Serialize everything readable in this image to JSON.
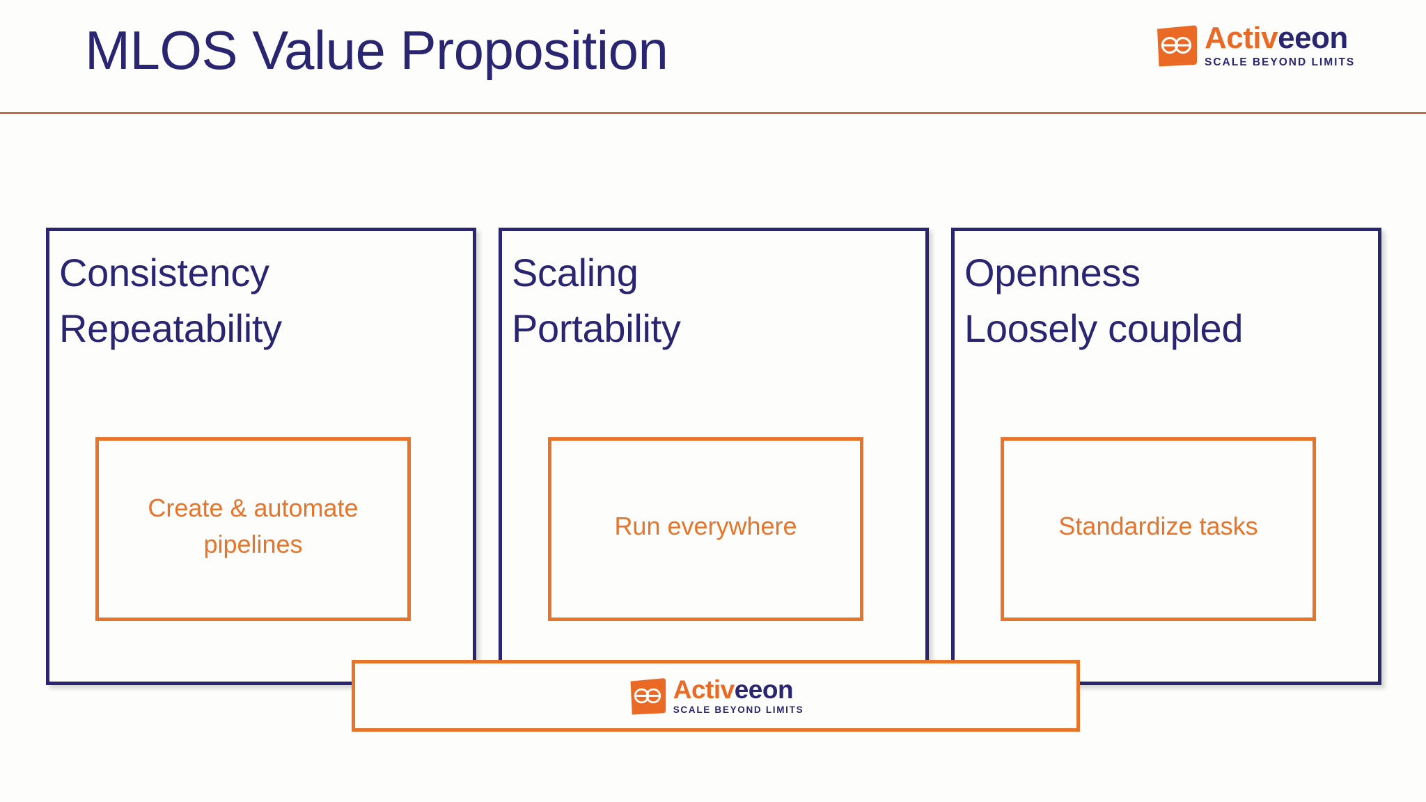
{
  "slide": {
    "title": "MLOS Value Proposition",
    "title_color": "#2a2570",
    "accent_color": "#e8742a",
    "rule_color": "#c34a2c",
    "background": "#fdfdfb"
  },
  "brand": {
    "name_part_1": "Activ",
    "name_part_2": "eeon",
    "tagline": "SCALE BEYOND LIMITS",
    "mark_color": "#ea6a25",
    "name_color_1": "#ea6a25",
    "name_color_2": "#2a2570"
  },
  "pillars": [
    {
      "heading_line_1": "Consistency",
      "heading_line_2": "Repeatability",
      "box_text": "Create & automate pipelines"
    },
    {
      "heading_line_1": "Scaling",
      "heading_line_2": "Portability",
      "box_text": "Run everywhere"
    },
    {
      "heading_line_1": "Openness",
      "heading_line_2": "Loosely coupled",
      "box_text": "Standardize tasks"
    }
  ]
}
